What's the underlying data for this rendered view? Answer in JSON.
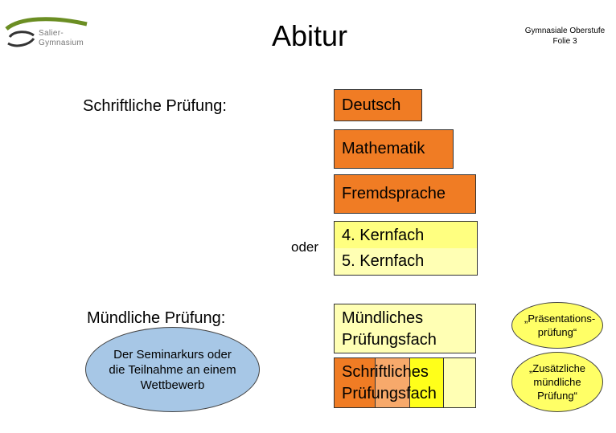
{
  "header": {
    "logo_line1": "Salier-",
    "logo_line2": "Gymnasium",
    "title": "Abitur",
    "right_line1": "Gymnasiale Oberstufe",
    "right_line2": "Folie 3"
  },
  "written": {
    "label": "Schriftliche Prüfung:",
    "subjects": [
      "Deutsch",
      "Mathematik",
      "Fremdsprache"
    ],
    "or_label": "oder",
    "core_options": [
      "4. Kernfach",
      "5. Kernfach"
    ]
  },
  "oral": {
    "label": "Mündliche Prüfung:",
    "seminar_note": "Der Seminarkurs oder die Teilnahme an einem Wettbewerb",
    "oral_subject": "Mündliches Prüfungsfach",
    "written_subject": "Schriftliches Prüfungsfach",
    "presentation_exam": "„Präsentations-prüfung“",
    "additional_exam": "„Zusätzliche mündliche Prüfung“"
  },
  "colors": {
    "orange": "#f07c24",
    "orange_light": "#f7a96b",
    "yellow": "#ffff80",
    "yellow_pale": "#ffffb4",
    "blue": "#a7c7e6",
    "yellow_ellipse": "#ffff66"
  }
}
